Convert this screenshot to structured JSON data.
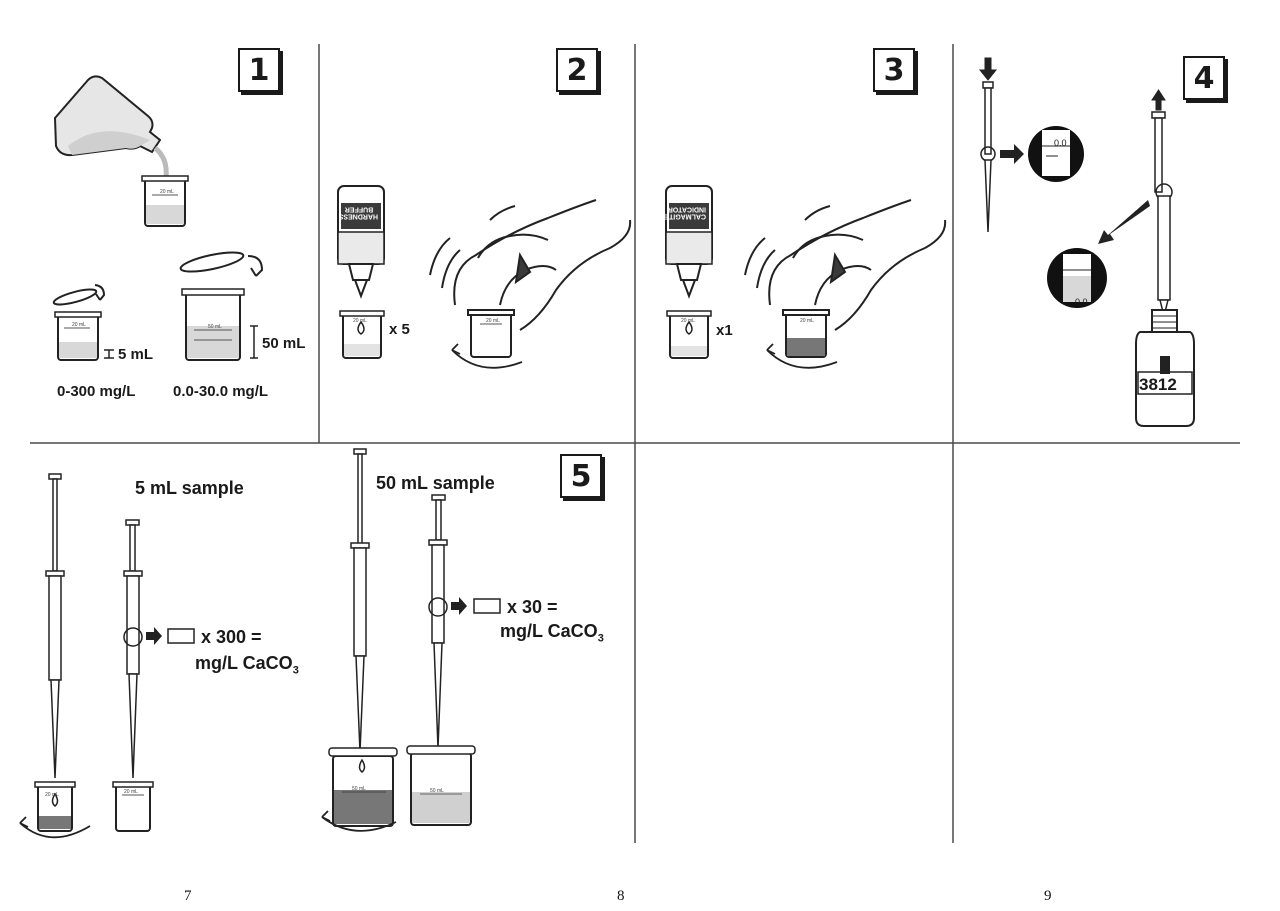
{
  "steps": [
    {
      "number": "1",
      "labels": {
        "volume_small": "5 mL",
        "volume_large": "50 mL",
        "range_low": "0-300 mg/L",
        "range_high": "0.0-30.0 mg/L"
      }
    },
    {
      "number": "2",
      "bottle_label": "HARDNESS BUFFER",
      "drops": "x 5"
    },
    {
      "number": "3",
      "bottle_label": "CALMAGITE INDICATOR",
      "drops": "x1"
    },
    {
      "number": "4",
      "bottle_code": "3812",
      "syringe_reading_top": "0.0",
      "syringe_reading_bottom": "0.0"
    },
    {
      "number": "5",
      "sample_small": {
        "title": "5 mL  sample",
        "multiplier": "x 300 =",
        "result_unit": "mg/L CaCO",
        "subscript": "3"
      },
      "sample_large": {
        "title": "50  mL  sample",
        "multiplier": "x 30 =",
        "result_unit": "mg/L CaCO",
        "subscript": "3"
      }
    }
  ],
  "beaker_marks": {
    "small": "20 mL",
    "large": "50 mL"
  },
  "page_numbers": [
    "7",
    "8",
    "9"
  ]
}
